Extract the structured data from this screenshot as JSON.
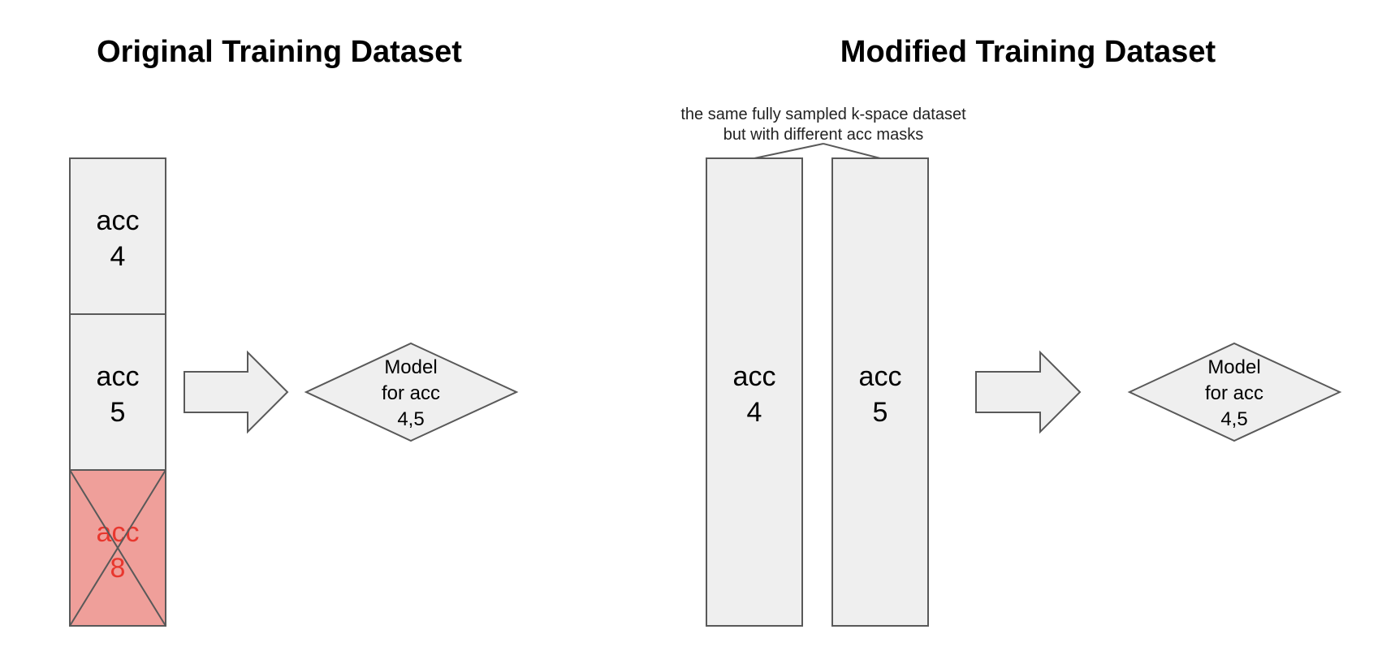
{
  "colors": {
    "block_fill": "#efefef",
    "block_stroke": "#595959",
    "removed_fill": "#ef9f9a",
    "removed_text": "#e8372e",
    "text": "#000000"
  },
  "left_panel": {
    "title": "Original Training Dataset",
    "blocks": [
      {
        "line1": "acc",
        "line2": "4",
        "removed": false
      },
      {
        "line1": "acc",
        "line2": "5",
        "removed": false
      },
      {
        "line1": "acc",
        "line2": "8",
        "removed": true
      }
    ],
    "model": {
      "line1": "Model",
      "line2": "for acc",
      "line3": "4,5"
    }
  },
  "right_panel": {
    "title": "Modified Training Dataset",
    "note": {
      "line1": "the same fully sampled k-space dataset",
      "line2": "but with different acc masks"
    },
    "blocks": [
      {
        "line1": "acc",
        "line2": "4"
      },
      {
        "line1": "acc",
        "line2": "5"
      }
    ],
    "model": {
      "line1": "Model",
      "line2": "for acc",
      "line3": "4,5"
    }
  }
}
